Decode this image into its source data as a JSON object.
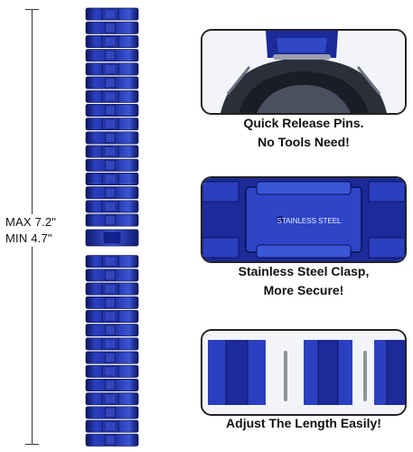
{
  "measurement": {
    "max_label": "MAX 7.2\"",
    "min_label": "MIN  4.7\""
  },
  "panels": [
    {
      "line1": "Quick Release Pins.",
      "line2": "No Tools Need!"
    },
    {
      "line1": "Stainless Steel Clasp,",
      "line2": "More Secure!",
      "clasp_engraving": "STAINLESS STEEL"
    },
    {
      "line1": "Adjust The Length Easily!"
    }
  ],
  "colors": {
    "band_blue": "#1c2a9a",
    "band_highlight": "#3b56d6",
    "band_shadow": "#0c1560",
    "watch_body": "#2a2f3a"
  }
}
